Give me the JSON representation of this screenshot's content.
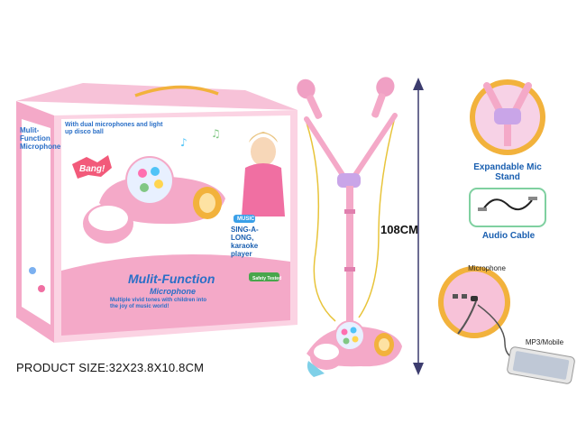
{
  "product_size": "PRODUCT SIZE:32X23.8X10.8CM",
  "height_dimension": "108CM",
  "callouts": {
    "stand": "Expandable Mic Stand",
    "cable": "Audio Cable",
    "microphone": "Microphone",
    "mp3": "MP3/Mobile"
  },
  "box": {
    "title": "Mulit-Function",
    "subtitle": "Microphone",
    "side_title": "Mulit-Function Microphone",
    "tagline": "With dual microphones and light up disco ball",
    "bang": "Bang!",
    "music_badge": "MUSIC",
    "sing_along": "SING-A-LONG, karaoke player",
    "bottom_note": "Multiple vivid tones with children into the joy of music world!",
    "safety": "Safety Tested"
  },
  "colors": {
    "pink": "#f4a9c8",
    "light_pink": "#fbd3e3",
    "blue_label": "#1a5fb0",
    "arrow": "#3c3c6e",
    "orange": "#f2b23c",
    "cable_yellow": "#e8c43a"
  }
}
